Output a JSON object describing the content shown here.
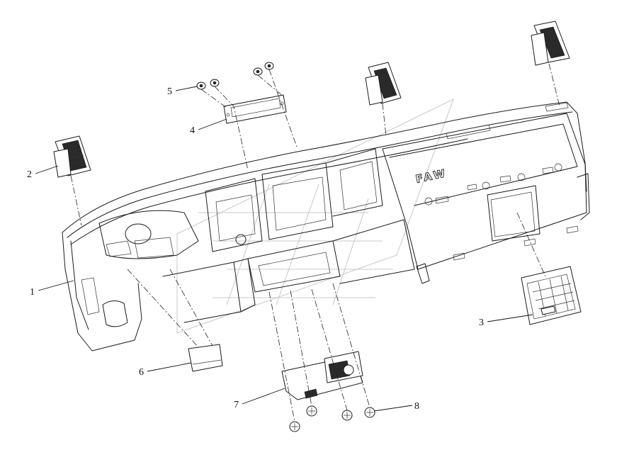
{
  "diagram": {
    "callouts": [
      "1",
      "2",
      "3",
      "4",
      "5",
      "6",
      "7",
      "8"
    ],
    "panel_marking": "FAW"
  },
  "colors": {
    "line": "#1a1a1a",
    "background": "#ffffff",
    "watermark": "#c8c8c8"
  }
}
